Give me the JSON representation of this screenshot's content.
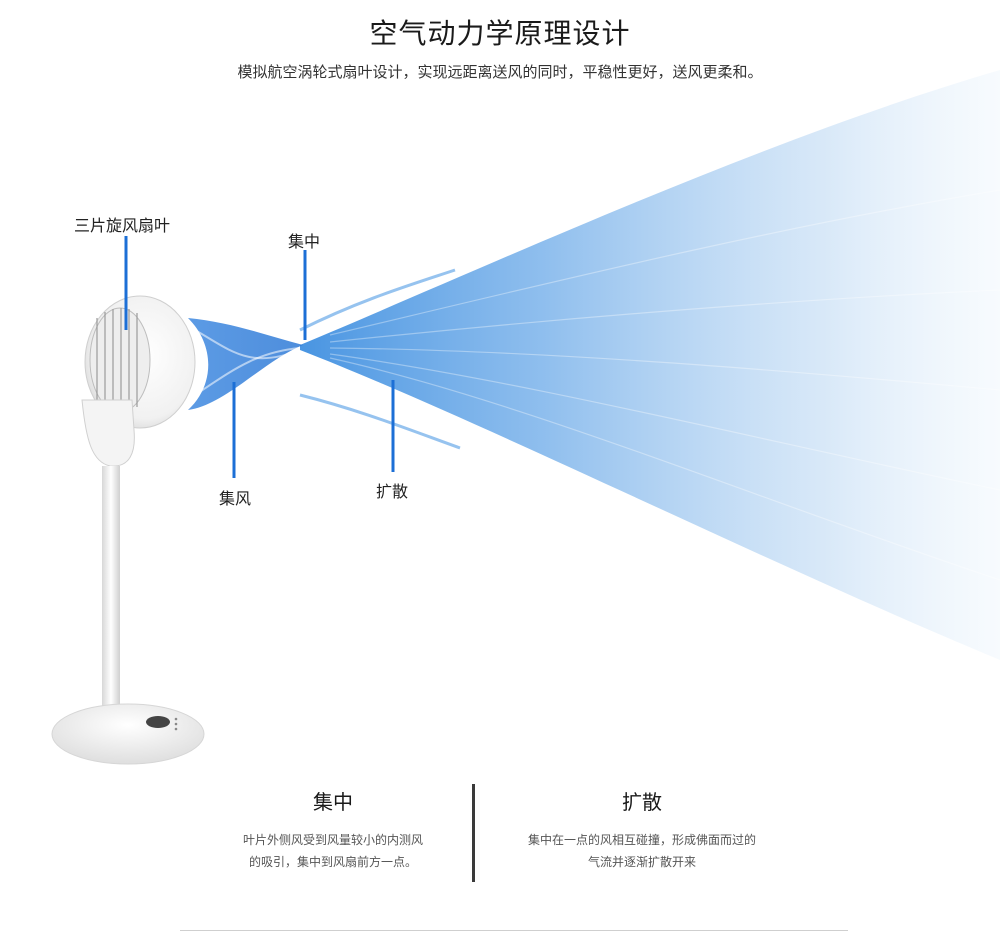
{
  "header": {
    "title": "空气动力学原理设计",
    "subtitle": "模拟航空涡轮式扇叶设计，实现远距离送风的同时，平稳性更好，送风更柔和。"
  },
  "callouts": {
    "blades": "三片旋风扇叶",
    "focus": "集中",
    "collect": "集风",
    "spread": "扩散"
  },
  "info": {
    "left": {
      "title": "集中",
      "desc": "叶片外侧风受到风量较小的内测风\n的吸引，集中到风扇前方一点。"
    },
    "right": {
      "title": "扩散",
      "desc": "集中在一点的风相互碰撞，形成佛面而过的\n气流并逐渐扩散开来"
    }
  },
  "colors": {
    "accent_line": "#1c6fd6",
    "airflow": "#7fb4e6",
    "divider": "#3a3a3a"
  }
}
